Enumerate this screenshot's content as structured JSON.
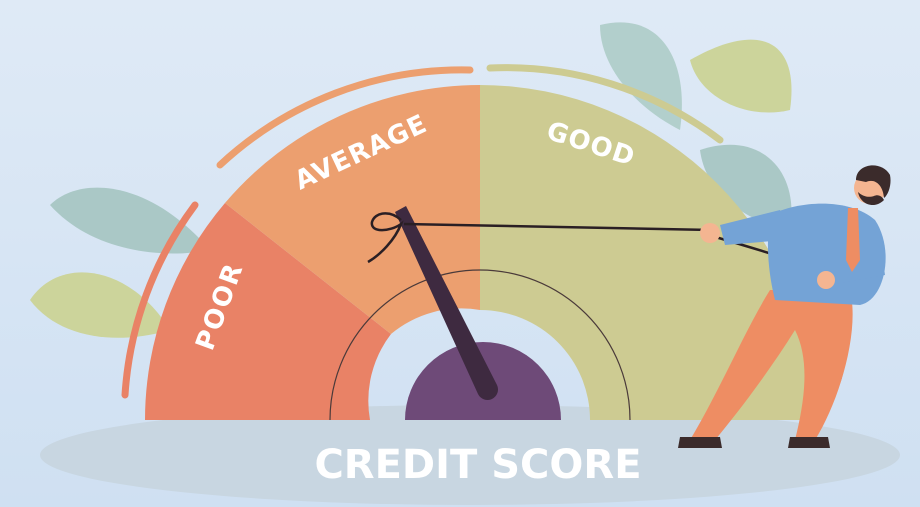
{
  "gauge": {
    "title": "CREDIT SCORE",
    "segments": [
      {
        "label": "POOR",
        "color": "#e98266"
      },
      {
        "label": "AVERAGE",
        "color": "#ec9f6f"
      },
      {
        "label": "GOOD",
        "color": "#cdcb92"
      }
    ],
    "hub_color": "#6e4a78",
    "needle_color": "#3e2a40"
  },
  "colors": {
    "background": "#dbe7f5",
    "ground": "#c8d6e1",
    "leaves_teal": "#aac8c6",
    "leaves_green": "#ccd49b",
    "shirt": "#74a3d6",
    "pants": "#ee8d63",
    "hair": "#3b2b2b",
    "skin": "#f4b591"
  }
}
